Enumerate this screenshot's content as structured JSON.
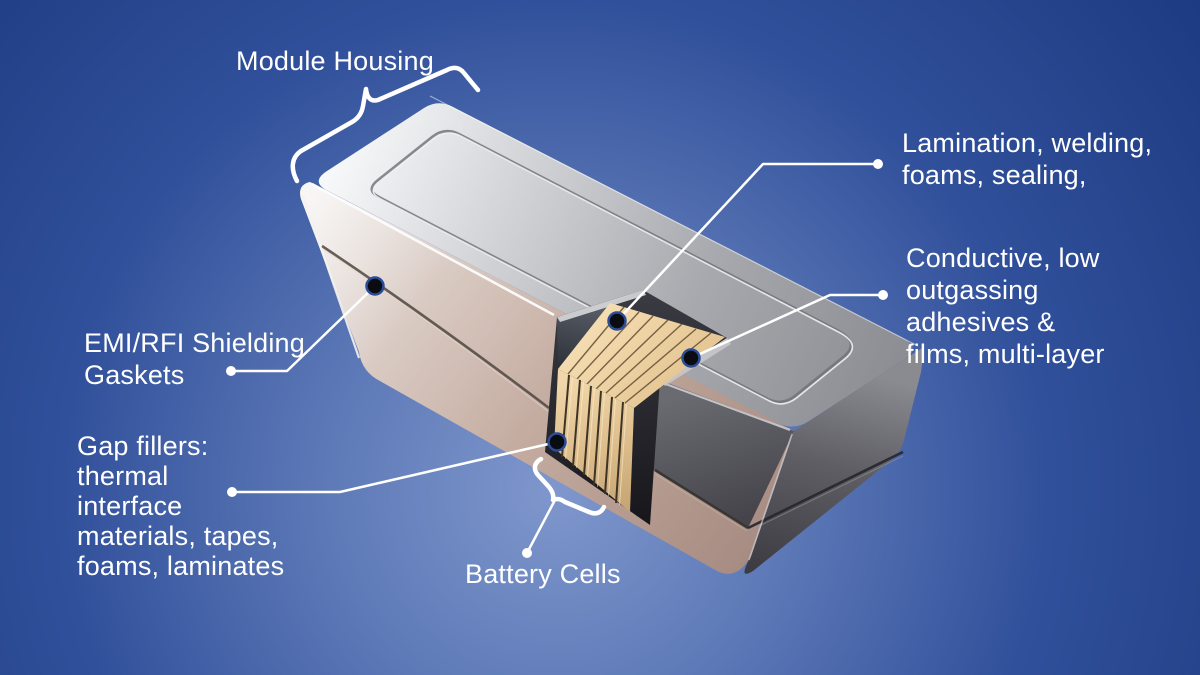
{
  "scene": {
    "title": "Battery module cutaway diagram",
    "object": "Electric-vehicle battery module housing with corner cutaway revealing stacked battery cells"
  },
  "colors": {
    "background_center": "#7f97cc",
    "background_edge": "#1c3a80",
    "label_text": "#ffffff",
    "leader_line": "#ffffff",
    "marker_dot_fill": "#0b0b12",
    "marker_dot_ring": "#2b4c97",
    "housing_lid_metal": "#c0c2c7",
    "housing_front": "#c5ab9f",
    "housing_end_shadow": "#515157",
    "battery_cell_tan": "#ecd2a4"
  },
  "labels": {
    "module_housing": {
      "text": "Module Housing"
    },
    "lamination": {
      "lines": [
        "Lamination, welding,",
        "foams, sealing,"
      ]
    },
    "conductive": {
      "lines": [
        "Conductive, low",
        "outgassing",
        "adhesives &",
        "films, multi-layer"
      ]
    },
    "emi_rfi": {
      "lines": [
        "EMI/RFI Shielding",
        "Gaskets"
      ]
    },
    "gap_fillers": {
      "lines": [
        "Gap fillers:",
        "thermal",
        "interface",
        "materials, tapes,",
        "foams, laminates"
      ]
    },
    "battery_cells": {
      "text": "Battery Cells"
    }
  }
}
